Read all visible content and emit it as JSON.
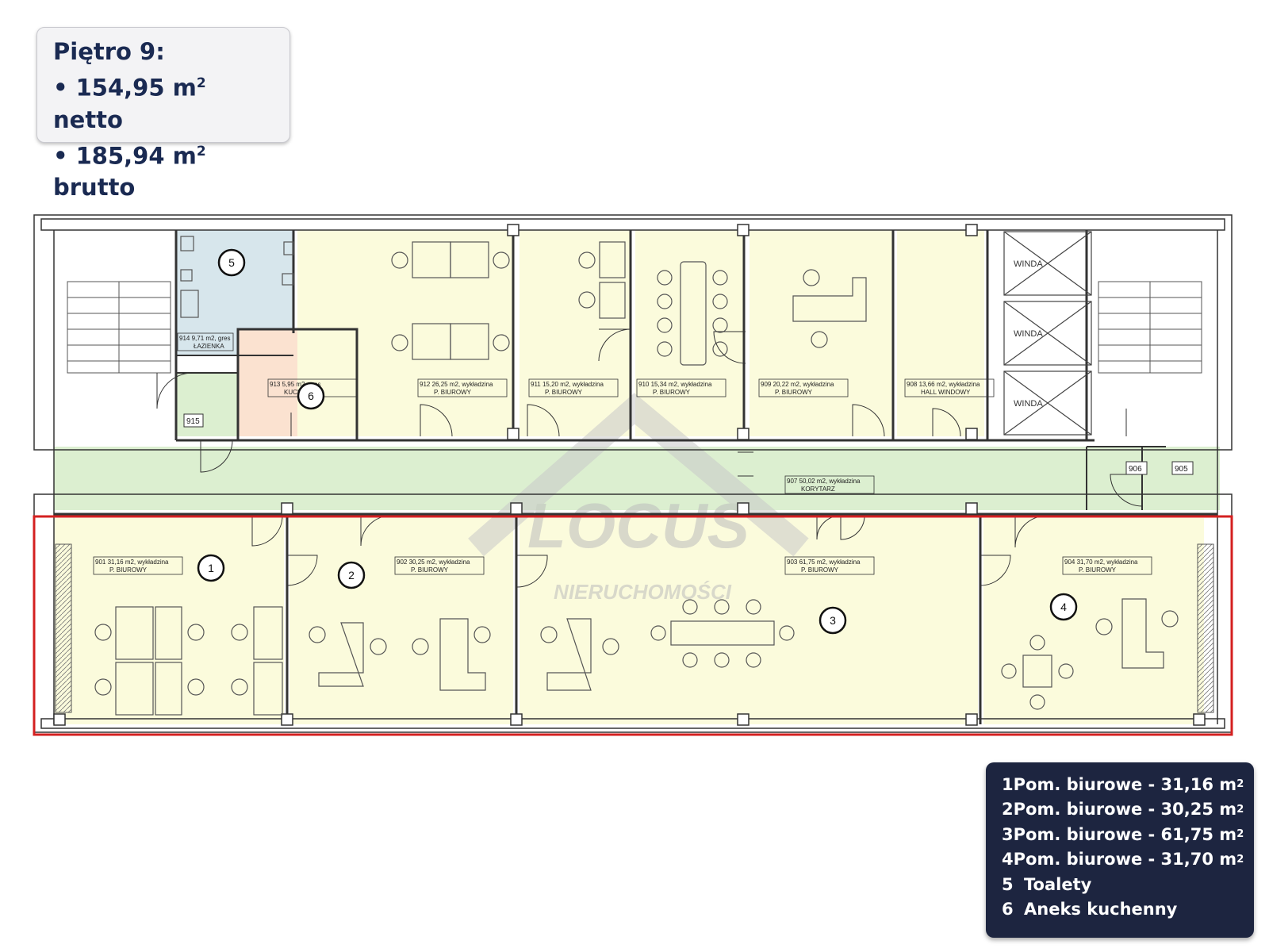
{
  "summary": {
    "floor": "Piętro 9:",
    "net_prefix": "• 154,95 m",
    "net_suffix": " netto",
    "gross_prefix": "• 185,94 m",
    "gross_suffix": " brutto",
    "superscript": "2"
  },
  "watermark": {
    "brand": "LOCUS",
    "subtitle": "NIERUCHOMOŚCI"
  },
  "plan": {
    "rooms": [
      {
        "code": "901",
        "area": "31,16 m2, wykładzina",
        "type": "P. BIUROWY"
      },
      {
        "code": "902",
        "area": "30,25 m2, wykładzina",
        "type": "P. BIUROWY"
      },
      {
        "code": "903",
        "area": "61,75 m2, wykładzina",
        "type": "P. BIUROWY"
      },
      {
        "code": "904",
        "area": "31,70 m2, wykładzina",
        "type": "P. BIUROWY"
      },
      {
        "code": "907",
        "area": "50,02 m2, wykładzina",
        "type": "KORYTARZ"
      },
      {
        "code": "908",
        "area": "13,66 m2, wykładzina",
        "type": "HALL WINDOWY"
      },
      {
        "code": "909",
        "area": "20,22 m2, wykładzina",
        "type": "P. BIUROWY"
      },
      {
        "code": "910",
        "area": "15,34 m2, wykładzina",
        "type": "P. BIUROWY"
      },
      {
        "code": "911",
        "area": "15,20 m2, wykładzina",
        "type": "P. BIUROWY"
      },
      {
        "code": "912",
        "area": "26,25 m2, wykładzina",
        "type": "P. BIUROWY"
      },
      {
        "code": "913",
        "area": "5,95 m2, gres",
        "type": "KUCHENKA"
      },
      {
        "code": "914",
        "area": "9,71 m2, gres",
        "type": "ŁAZIENKA"
      }
    ],
    "small_codes": [
      "915",
      "906",
      "905"
    ],
    "elevator_label": "WINDA",
    "markers": [
      "1",
      "2",
      "3",
      "4",
      "5",
      "6"
    ]
  },
  "legend": {
    "sup": "2",
    "items": [
      {
        "num": "1",
        "text": "Pom. biurowe - 31,16 m"
      },
      {
        "num": "2",
        "text": "Pom. biurowe - 30,25 m"
      },
      {
        "num": "3",
        "text": "Pom. biurowe - 61,75 m"
      },
      {
        "num": "4",
        "text": "Pom. biurowe - 31,70 m"
      },
      {
        "num": "5",
        "text": "Toalety"
      },
      {
        "num": "6",
        "text": "Aneks kuchenny"
      }
    ]
  },
  "colors": {
    "office": "#fbfbdc",
    "corridor": "#dcefd0",
    "bathroom": "#d7e6ec",
    "kitchen": "#fbe2d0",
    "highlight": "#d42020",
    "legend_bg": "#1d2540",
    "title_text": "#1a2a52"
  }
}
